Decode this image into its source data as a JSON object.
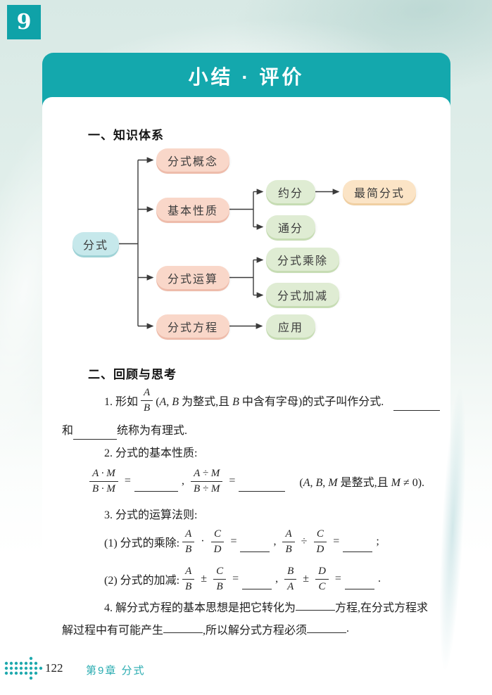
{
  "page": {
    "chapter_number": "9",
    "banner_title": "小结 · 评价",
    "colors": {
      "accent_teal": "#14a8ad",
      "badge_teal": "#0fa2a8",
      "pill_cyan": "#c6e8eb",
      "pill_pink": "#f9d7c9",
      "pill_green": "#dfecd3",
      "pill_peach": "#fbe4c6",
      "footer_teal": "#2aacb1"
    }
  },
  "section1": {
    "heading": "一、知识体系",
    "flowchart": {
      "root": "分式",
      "concept": "分式概念",
      "property": "基本性质",
      "operation": "分式运算",
      "equation": "分式方程",
      "reduce": "约分",
      "simplest": "最简分式",
      "common": "通分",
      "muldiv": "分式乘除",
      "addsub": "分式加减",
      "apply": "应用"
    }
  },
  "section2": {
    "heading": "二、回顾与思考",
    "item1": {
      "prefix": "1. 形如",
      "frac": {
        "num": "A",
        "den": "B"
      },
      "after_segments": [
        {
          "t": "("
        },
        {
          "t": "A",
          "i": 1
        },
        {
          "t": ", "
        },
        {
          "t": "B",
          "i": 1
        },
        {
          "t": " 为整式,且 "
        },
        {
          "t": "B",
          "i": 1
        },
        {
          "t": " 中含有字母)的式子叫作分式."
        }
      ],
      "line2_prefix": "和",
      "line2_suffix": "统称为有理式."
    },
    "item2": {
      "heading": "2. 分式的基本性质:",
      "frac1": {
        "num": "A · M",
        "den": "B · M"
      },
      "equals": "=",
      "comma": ",",
      "frac2": {
        "num": "A ÷ M",
        "den": "B ÷ M"
      },
      "tail_segments": [
        {
          "t": "("
        },
        {
          "t": "A",
          "i": 1
        },
        {
          "t": ", "
        },
        {
          "t": "B",
          "i": 1
        },
        {
          "t": ", "
        },
        {
          "t": "M",
          "i": 1
        },
        {
          "t": " 是整式,且 "
        },
        {
          "t": "M",
          "i": 1
        },
        {
          "t": " ≠ 0)."
        }
      ]
    },
    "item3": {
      "heading": "3. 分式的运算法则:",
      "line1": {
        "label": "(1) 分式的乘除:",
        "f1": {
          "num": "A",
          "den": "B"
        },
        "op1": "·",
        "f2": {
          "num": "C",
          "den": "D"
        },
        "equals1": "=",
        "comma": ",",
        "f3": {
          "num": "A",
          "den": "B"
        },
        "op2": "÷",
        "f4": {
          "num": "C",
          "den": "D"
        },
        "equals2": "=",
        "end": ";"
      },
      "line2": {
        "label": "(2) 分式的加减:",
        "f1": {
          "num": "A",
          "den": "B"
        },
        "op1": "±",
        "f2": {
          "num": "C",
          "den": "B"
        },
        "equals1": "=",
        "comma": ",",
        "f3": {
          "num": "B",
          "den": "A"
        },
        "op2": "±",
        "f4": {
          "num": "D",
          "den": "C"
        },
        "equals2": "=",
        "end": "."
      }
    },
    "item4": {
      "line1_part1": "4. 解分式方程的基本思想是把它转化为",
      "line1_part2": "方程,在分式方程求",
      "line2_part1": "解过程中有可能产生",
      "line2_part2": ",所以解分式方程必须",
      "line2_end": "."
    }
  },
  "footer": {
    "page_number": "122",
    "chapter_label": "第9章  分式"
  }
}
